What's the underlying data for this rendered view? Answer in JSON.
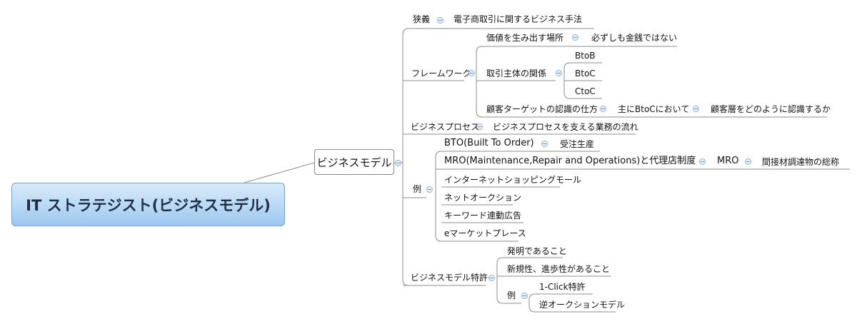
{
  "root": "IT ストラテジスト(ビジネスモデル)",
  "main": "ビジネスモデル",
  "nodes": {
    "narrow": "狭義",
    "narrow_def": "電子商取引に関するビジネス手法",
    "framework": "フレームワーク",
    "value_place": "価値を生み出す場所",
    "not_money": "必ずしも金銭ではない",
    "parties": "取引主体の関係",
    "btob": "BtoB",
    "btoc": "BtoC",
    "ctoc": "CtoC",
    "target": "顧客ターゲットの認識の仕方",
    "mainly_btoc": "主にBtoCにおいて",
    "how_recognize": "顧客層をどのように認識するか",
    "process": "ビジネスプロセス",
    "process_def": "ビジネスプロセスを支える業務の流れ",
    "examples": "例",
    "bto": "BTO(Built To Order)",
    "bto_def": "受注生産",
    "mro": "MRO(Maintenance,Repair and Operations)と代理店制度",
    "mro_short": "MRO",
    "mro_def": "間接材調達物の総称",
    "mall": "インターネットショッピングモール",
    "auction": "ネットオークション",
    "keyword_ad": "キーワード連動広告",
    "emarket": "eマーケットプレース",
    "patent": "ビジネスモデル特許",
    "invention": "発明であること",
    "novelty": "新規性、進歩性があること",
    "patent_ex": "例",
    "oneclick": "1-Click特許",
    "reverse_auction": "逆オークションモデル"
  },
  "colors": {
    "line": "#7f7f7f",
    "rootTop": "#d9ebfb",
    "rootBottom": "#9ec8f0",
    "collapse": "#8fb0d8"
  }
}
